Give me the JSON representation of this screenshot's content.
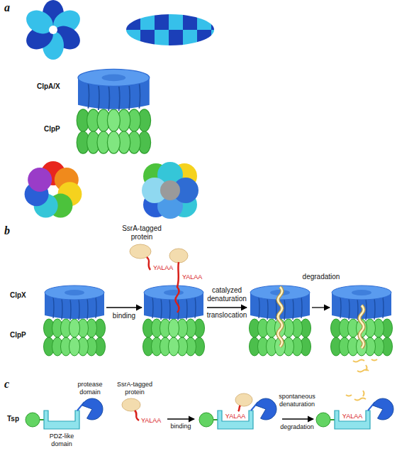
{
  "diagram": {
    "labels": [
      "a",
      "ClpA/X",
      "ClpP",
      "b",
      "SsrA-tagged protein",
      "YALAA",
      "ClpX",
      "ClpP",
      "binding",
      "YALAA",
      "catalyzed denaturation",
      "translocation",
      "degradation",
      "c",
      "protease domain",
      "SsrA-tagged protein",
      "YALAA",
      "Tsp",
      "PDZ-like domain",
      "binding",
      "YALAA",
      "spontaneous denaturation",
      "degradation",
      "YALAA"
    ]
  }
}
